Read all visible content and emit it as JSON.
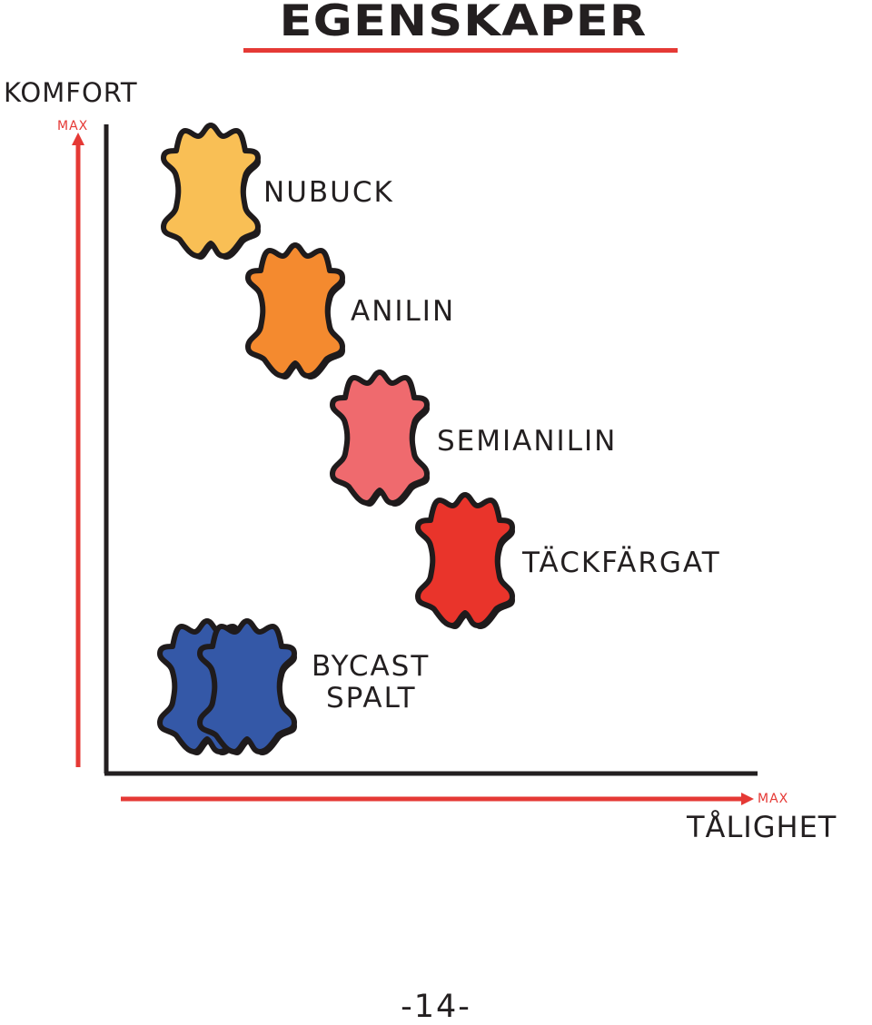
{
  "title": "EGENSKAPER",
  "axes": {
    "y_label": "KOMFORT",
    "y_max_label": "MAX",
    "x_label": "TÅLIGHET",
    "x_max_label": "MAX"
  },
  "leathers": [
    {
      "label": "NUBUCK",
      "color": "#f9bf55"
    },
    {
      "label": "ANILIN",
      "color": "#f48a2f"
    },
    {
      "label": "SEMIANILIN",
      "color": "#ef6a6e"
    },
    {
      "label": "TÄCKFÄRGAT",
      "color": "#e9342b"
    },
    {
      "label_lines": [
        "BYCAST",
        "SPALT"
      ],
      "color": "#3458a7"
    }
  ],
  "colors": {
    "accent_red": "#e53935",
    "axis_black": "#231f20",
    "outline": "#1f1b1c"
  },
  "page_number": "-14-"
}
